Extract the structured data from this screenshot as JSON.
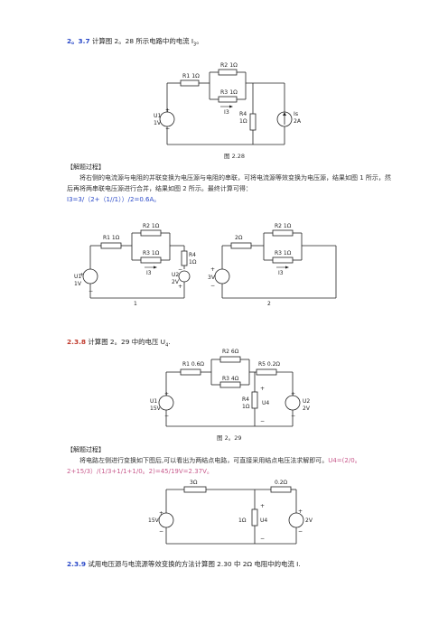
{
  "p1": {
    "num": "2。3.7",
    "title": "计算图 2。28 所示电路中的电流 I",
    "title_sub": "3",
    "title_end": "。",
    "figure_caption": "图 2.28",
    "section_head": "【解题过程】",
    "body": "将右侧的电流源与电阻的并联变换为电压源与电阻的串联，可将电流源等效变换为电压源，结果如图 1 所示，然后再将两串联电压源进行合并，结果如图 2 所示。最终计算可得：",
    "result": "I3=3/（2+（1//1））/2=0.6A。",
    "labels": {
      "r1": "R1 1Ω",
      "r2": "R2 1Ω",
      "r3": "R3 1Ω",
      "r4": "R4",
      "r4v": "1Ω",
      "u1": "U1",
      "u1v": "1V",
      "is": "Is",
      "isv": "2A",
      "i3": "I3",
      "u2": "U2",
      "u2v": "2V",
      "r_2ohm": "2Ω",
      "v3": "3V",
      "fig1": "1",
      "fig2": "2"
    }
  },
  "p2": {
    "num": "2.3.8",
    "title": "计算图 2。29 中的电压 U",
    "title_sub": "4",
    "title_end": ".",
    "figure_caption": "图 2。29",
    "section_head": "【解题过程】",
    "body_start": "将电路左侧进行变换如下图后,可以看出为两结点电路，可直接采用结点电压法求解即可。",
    "result": "U4=(2/0。2+15/3）/(1/3+1/1+1/0。2)=45/19V=2.37V。",
    "labels": {
      "r1": "R1 0.6Ω",
      "r2": "R2 6Ω",
      "r3": "R3 4Ω",
      "r4": "R4",
      "r4v": "1Ω",
      "r5": "R5 0.2Ω",
      "u1": "U1",
      "u1v": "15V",
      "u2": "U2",
      "u2v": "2V",
      "u4": "U4",
      "r_3ohm": "3Ω",
      "r_02": "0.2Ω",
      "r_1ohm": "1Ω",
      "v15": "15V",
      "v2": "2V"
    }
  },
  "p3": {
    "num": "2.3.9",
    "title": "试用电压源与电流源等效变换的方法计算图 2.30 中 2Ω 电阻中的电流 I."
  }
}
